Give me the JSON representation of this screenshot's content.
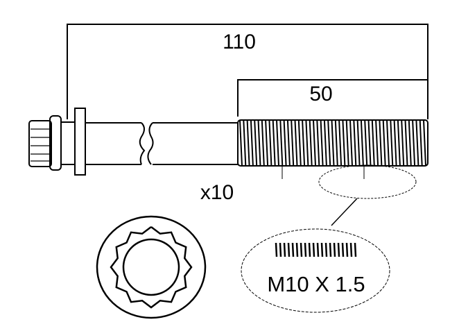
{
  "dimensions": {
    "overall_length": "110",
    "thread_length": "50"
  },
  "quantity": "x10",
  "thread_spec": "M10 X 1.5",
  "colors": {
    "line": "#000000",
    "background": "#ffffff"
  }
}
